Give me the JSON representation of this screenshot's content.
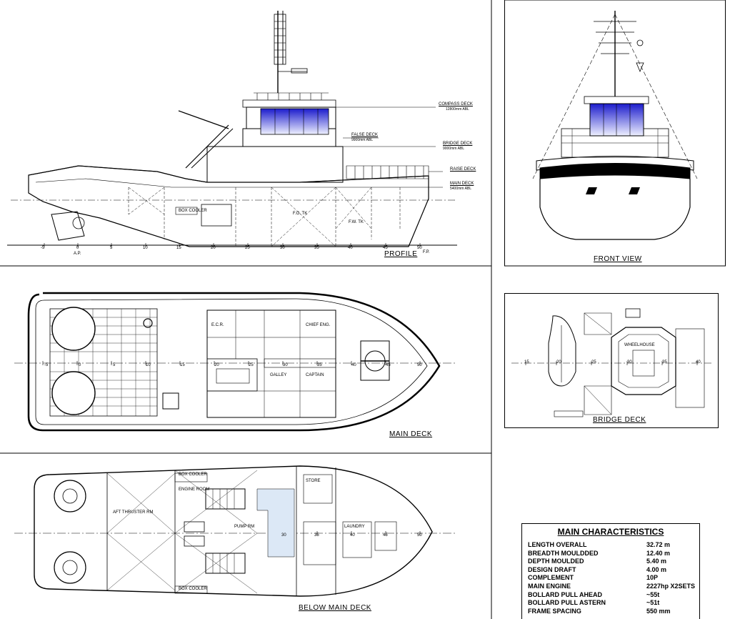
{
  "views": {
    "profile": "PROFILE",
    "front": "FRONT VIEW",
    "main_deck": "MAIN DECK",
    "bridge_deck": "BRIDGE DECK",
    "below_main_deck": "BELOW MAIN DECK"
  },
  "deck_levels": [
    {
      "name": "COMPASS DECK",
      "height": "12800mm ABL"
    },
    {
      "name": "FALSE DECK",
      "height": "9900mm ABL"
    },
    {
      "name": "BRIDGE DECK",
      "height": "9000mm ABL"
    },
    {
      "name": "RAISE DECK",
      "height": ""
    },
    {
      "name": "MAIN DECK",
      "height": "5400mm ABL"
    }
  ],
  "profile_frames": [
    "-5",
    "0",
    "5",
    "10",
    "15",
    "20",
    "25",
    "30",
    "35",
    "40",
    "45",
    "50"
  ],
  "profile_marks": {
    "ap": "A.P.",
    "fp": "F.P."
  },
  "main_deck_frames": [
    "-5",
    "0",
    "5",
    "10",
    "15",
    "20",
    "25",
    "30",
    "35",
    "40",
    "45",
    "50"
  ],
  "bridge_frames": [
    "15",
    "20",
    "25",
    "30",
    "35",
    "40"
  ],
  "below_frames": [
    "30",
    "35",
    "40",
    "45",
    "50"
  ],
  "rooms": {
    "box_cooler": "BOX COOLER",
    "engine_room": "ENGINE ROOM",
    "steering": "AFT THRUSTER RM",
    "galley": "GALLEY",
    "captain": "CAPTAIN",
    "chief_eng": "CHIEF ENG.",
    "wheelhouse": "WHEELHOUSE",
    "store": "STORE",
    "laundry": "LAUNDRY",
    "pump": "PUMP RM",
    "fo": "F.O. TK",
    "fw": "F.W. TK",
    "ecr": "E.C.R."
  },
  "characteristics": {
    "title": "MAIN CHARACTERISTICS",
    "rows": [
      {
        "label": "LENGTH OVERALL",
        "value": "32.72 m"
      },
      {
        "label": "BREADTH MOULDDED",
        "value": "12.40 m"
      },
      {
        "label": "DEPTH MOULDED",
        "value": "5.40 m"
      },
      {
        "label": "DESIGN DRAFT",
        "value": "4.00 m"
      },
      {
        "label": "COMPLEMENT",
        "value": "10P"
      },
      {
        "label": "MAIN ENGINE",
        "value": "2227hp X2SETS"
      },
      {
        "label": "BOLLARD PULL AHEAD",
        "value": "~55t"
      },
      {
        "label": "BOLLARD PULL ASTERN",
        "value": "~51t"
      },
      {
        "label": "FRAME SPACING",
        "value": "550 mm"
      }
    ]
  },
  "colors": {
    "line": "#000000",
    "window": "#2a2acc",
    "window_light": "#d8dcff",
    "highlight": "#dce8f6"
  }
}
